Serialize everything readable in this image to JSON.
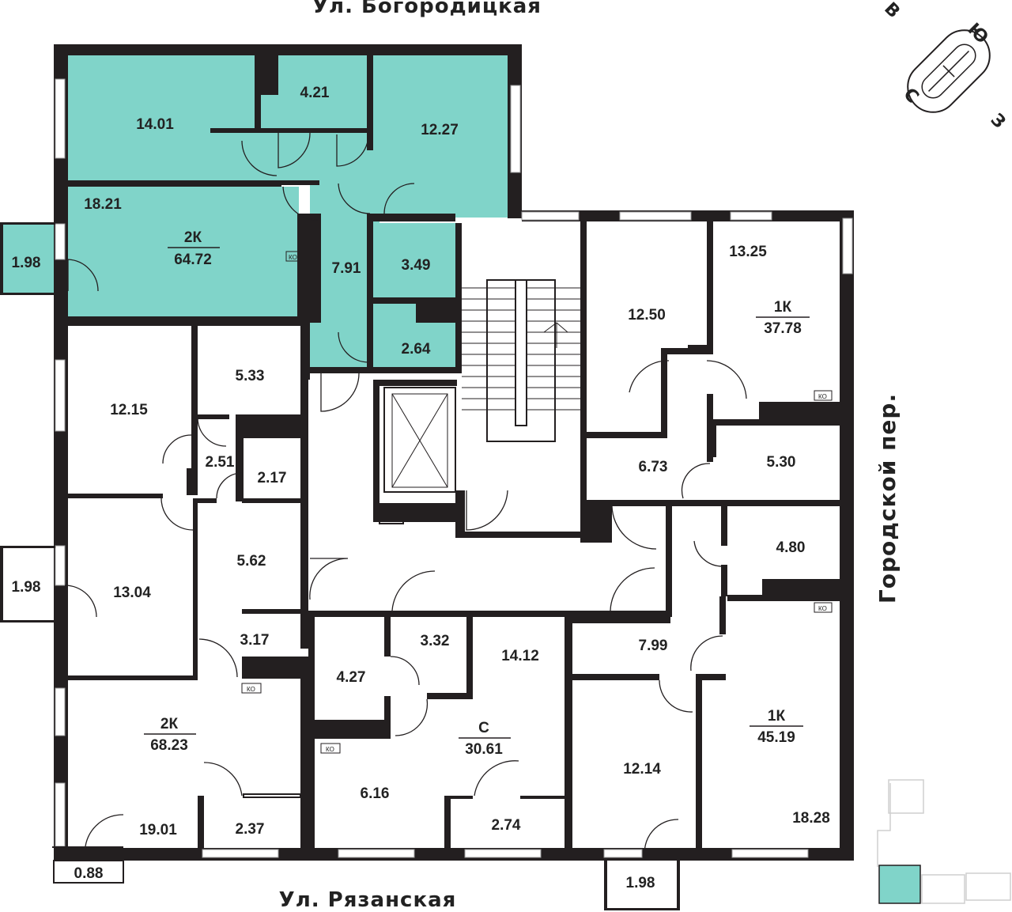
{
  "streets": {
    "north": "Ул. Богородицкая",
    "south": "Ул. Рязанская",
    "east": "Городской пер."
  },
  "compass": {
    "n": "В",
    "e": "Ю",
    "s": "З",
    "w": "С"
  },
  "highlight_color": "#80d4c9",
  "wall_color": "#231f20",
  "apartments": {
    "teal_2k": {
      "type": "2К",
      "total": "64.72"
    },
    "ne_1k": {
      "type": "1К",
      "total": "37.78"
    },
    "sw_2k": {
      "type": "2К",
      "total": "68.23"
    },
    "center_studio": {
      "type": "С",
      "total": "30.61"
    },
    "se_1k": {
      "type": "1К",
      "total": "45.19"
    }
  },
  "rooms": {
    "r1401": "14.01",
    "r421": "4.21",
    "r1227": "12.27",
    "r1821": "18.21",
    "r198a": "1.98",
    "r791": "7.91",
    "r349": "3.49",
    "r264": "2.64",
    "r1215": "12.15",
    "r533": "5.33",
    "r251": "2.51",
    "r217": "2.17",
    "r1304": "13.04",
    "r198b": "1.98",
    "r562": "5.62",
    "r317": "3.17",
    "r1901": "19.01",
    "r237": "2.37",
    "r088": "0.88",
    "r427": "4.27",
    "r332": "3.32",
    "r1412": "14.12",
    "r616": "6.16",
    "r274": "2.74",
    "r1250": "12.50",
    "r1325": "13.25",
    "r673": "6.73",
    "r530": "5.30",
    "r480": "4.80",
    "r799": "7.99",
    "r1214": "12.14",
    "r1828": "18.28",
    "r198c": "1.98"
  },
  "ko_label": "КО"
}
